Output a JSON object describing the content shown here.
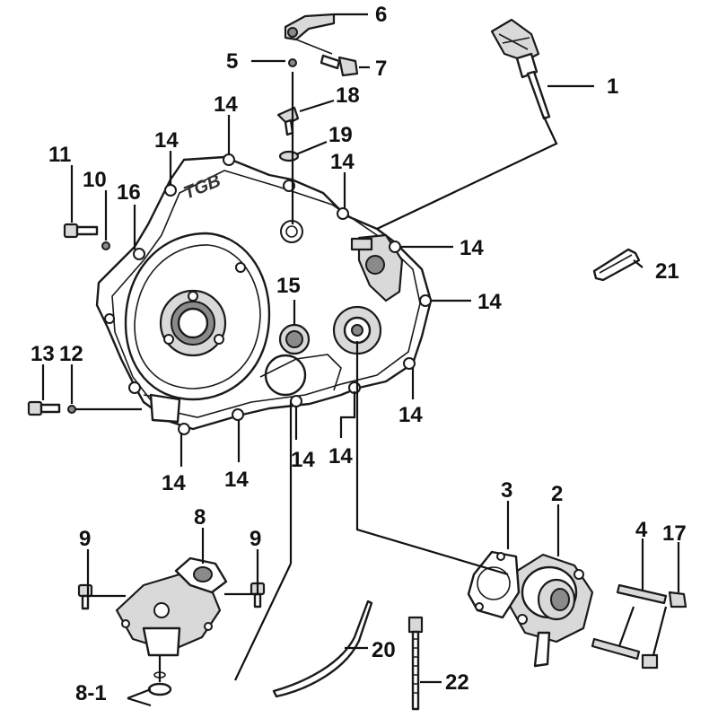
{
  "labels": {
    "p1": "1",
    "p2": "2",
    "p3": "3",
    "p4": "4",
    "p5": "5",
    "p6": "6",
    "p7": "7",
    "p8": "8",
    "p8_1": "8-1",
    "p9a": "9",
    "p9b": "9",
    "p10": "10",
    "p11": "11",
    "p12": "12",
    "p13": "13",
    "p14a": "14",
    "p14b": "14",
    "p14c": "14",
    "p14d": "14",
    "p14e": "14",
    "p14f": "14",
    "p14g": "14",
    "p14h": "14",
    "p14i": "14",
    "p14j": "14",
    "p15": "15",
    "p16": "16",
    "p17": "17",
    "p18": "18",
    "p19": "19",
    "p20": "20",
    "p21": "21",
    "p22": "22"
  },
  "logo_text": "TGB"
}
